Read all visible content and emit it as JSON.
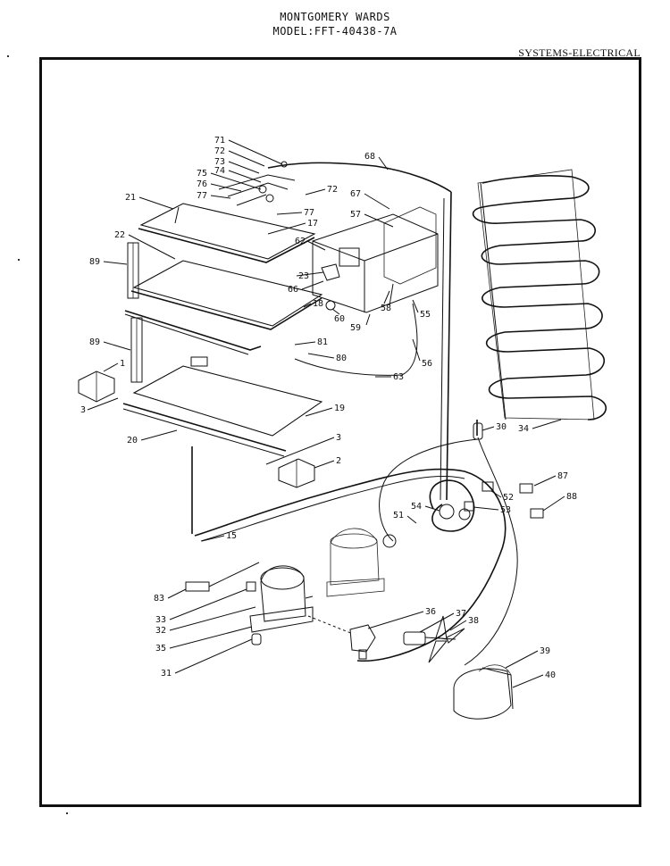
{
  "header": {
    "brand": "MONTGOMERY WARDS",
    "model": "MODEL:FFT-40438-7A",
    "section": "SYSTEMS-ELECTRICAL"
  },
  "callouts": [
    "71",
    "72",
    "73",
    "74",
    "75",
    "76",
    "77",
    "72",
    "77",
    "21",
    "17",
    "22",
    "62",
    "89",
    "23",
    "66",
    "67",
    "57",
    "60",
    "58",
    "59",
    "55",
    "68",
    "18",
    "81",
    "80",
    "56",
    "63",
    "89",
    "1",
    "3",
    "19",
    "20",
    "3",
    "2",
    "30",
    "34",
    "87",
    "52",
    "53",
    "88",
    "54",
    "51",
    "15",
    "83",
    "33",
    "32",
    "35",
    "31",
    "36",
    "37",
    "38",
    "39",
    "40"
  ]
}
